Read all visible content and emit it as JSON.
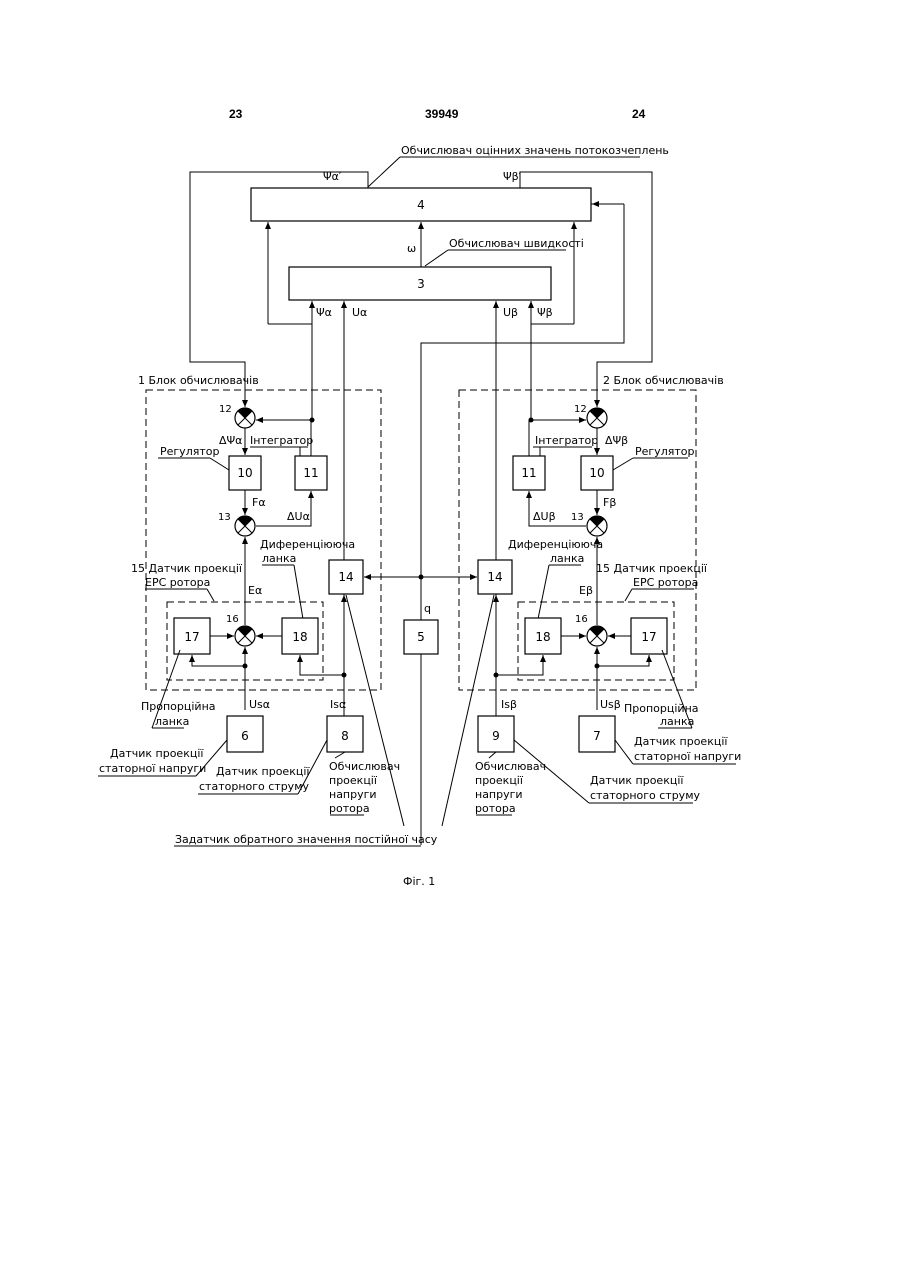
{
  "header": {
    "page_left": "23",
    "patent_number": "39949",
    "page_right": "24"
  },
  "labels": {
    "flux_estimator": "Обчислювач оцінних значень потокозчеплень",
    "speed_calculator": "Обчислювач швидкості",
    "calc_block_1": "1 Блок обчислювачів",
    "calc_block_2": "2 Блок обчислювачів",
    "regulator": "Регулятор",
    "integrator": "Інтегратор",
    "differentiator_line1": "Диференціююча",
    "differentiator_line2": "ланка",
    "rotor_emf_sensor_line1": "15 Датчик проекції",
    "rotor_emf_sensor_line2": "ЕРС ротора",
    "proportional_line1": "Пропорційна",
    "proportional_line2": "ланка",
    "stator_voltage_sensor_line1": "Датчик проекції",
    "stator_voltage_sensor_line2": "статорної напруги",
    "stator_current_sensor_line1": "Датчик проекції",
    "stator_current_sensor_line2": "статорного струму",
    "rotor_voltage_calc_line1": "Обчислювач",
    "rotor_voltage_calc_line2": "проекції",
    "rotor_voltage_calc_line3": "напруги",
    "rotor_voltage_calc_line4": "ротора",
    "time_constant_setter": "Задатчик обратного значення постійної часу",
    "figure_caption": "Фіг. 1"
  },
  "blocks": {
    "b3": "3",
    "b4": "4",
    "b5": "5",
    "b6": "6",
    "b7": "7",
    "b8": "8",
    "b9": "9",
    "b10": "10",
    "b11": "11",
    "b12": "12",
    "b13": "13",
    "b14": "14",
    "b16": "16",
    "b17": "17",
    "b18": "18"
  },
  "signals": {
    "omega": "ω",
    "q": "q",
    "psi_a_est": "Ψα′",
    "psi_b_est": "Ψβ′",
    "psi_a": "Ψα",
    "psi_b": "Ψβ",
    "u_a": "Uα",
    "u_b": "Uβ",
    "dpsi_a": "ΔΨα",
    "dpsi_b": "ΔΨβ",
    "du_a": "ΔUα",
    "du_b": "ΔUβ",
    "f_a": "Fα",
    "f_b": "Fβ",
    "e_a": "Eα",
    "e_b": "Eβ",
    "us_a": "Usα",
    "us_b": "Usβ",
    "is_a": "Isα",
    "is_b": "Isβ"
  }
}
